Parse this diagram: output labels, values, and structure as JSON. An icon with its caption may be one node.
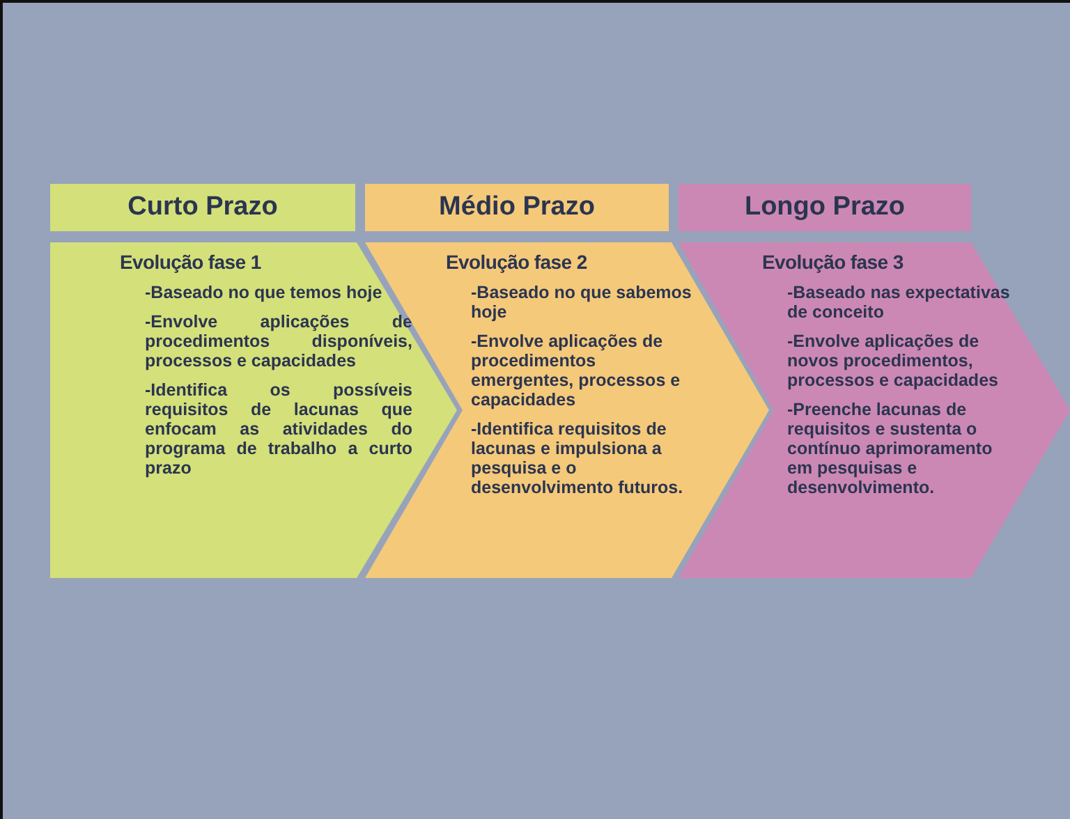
{
  "diagram": {
    "nodes": [
      {
        "text": [
          "Curto Prazo"
        ]
      },
      {
        "text": [
          "Médio Prazo"
        ]
      },
      {
        "text": [
          "Longo Prazo"
        ]
      },
      {
        "text": [
          "Evolução fase 1",
          "-Baseado no que temos hoje",
          "-Envolve aplicações de procedimentos disponíveis, processos e capacidades",
          "-Identifica os possíveis requisitos de lacunas que enfocam as atividades do programa de trabalho a curto prazo"
        ]
      },
      {
        "text": [
          "Evolução fase 2",
          "-Baseado no que sabemos hoje",
          "-Envolve aplicações de procedimentos emergentes, processos e capacidades",
          "-Identifica requisitos de lacunas e impulsiona a pesquisa e o desenvolvimento futuros."
        ]
      },
      {
        "text": [
          "Evolução fase 3",
          "-Baseado nas expectativas de conceito",
          "-Envolve aplicações de novos procedimentos, processos e capacidades",
          "-Preenche lacunas de requisitos e sustenta o contínuo aprimoramento em pesquisas e desenvolvimento."
        ]
      }
    ],
    "edges": []
  }
}
